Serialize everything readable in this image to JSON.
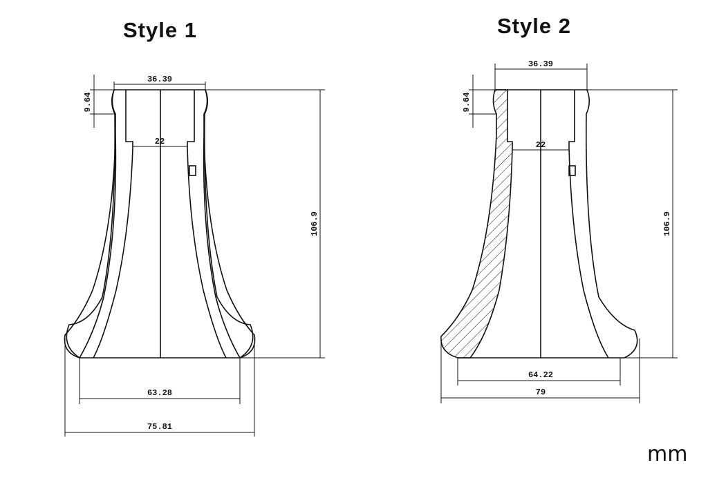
{
  "styles": [
    {
      "title": "Style 1",
      "top_width": "36.39",
      "lip_height": "9.64",
      "inner_diameter": "22",
      "height": "106.9",
      "base_inner": "63.28",
      "base_outer": "75.81"
    },
    {
      "title": "Style 2",
      "top_width": "36.39",
      "lip_height": "9.64",
      "inner_diameter": "22",
      "height": "106.9",
      "base_inner": "64.22",
      "base_outer": "79"
    }
  ],
  "unit": "mm"
}
